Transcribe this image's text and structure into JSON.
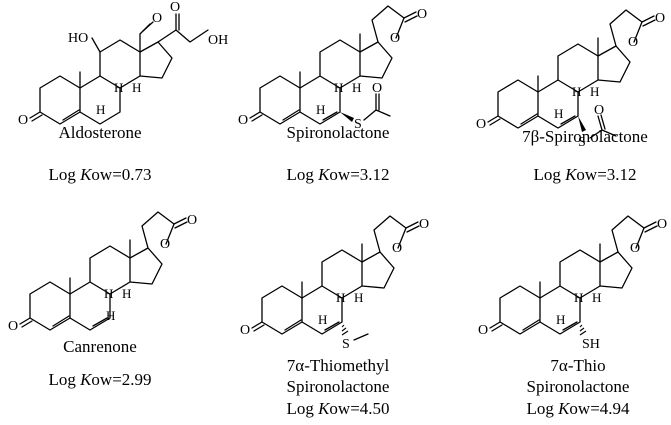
{
  "compounds": [
    {
      "name": "Aldosterone",
      "log_prefix": "Log ",
      "log_k": "K",
      "log_suffix": "ow=0.73"
    },
    {
      "name": "Spironolactone",
      "log_prefix": "Log ",
      "log_k": "K",
      "log_suffix": "ow=3.12"
    },
    {
      "name": "7β-Spironolactone",
      "log_prefix": "Log ",
      "log_k": "K",
      "log_suffix": "ow=3.12"
    },
    {
      "name": "Canrenone",
      "log_prefix": "Log ",
      "log_k": "K",
      "log_suffix": "ow=2.99"
    },
    {
      "name_line1": "7α-Thiomethyl",
      "name_line2": "Spironolactone",
      "log_prefix": "Log ",
      "log_k": "K",
      "log_suffix": "ow=4.50"
    },
    {
      "name_line1": "7α-Thio",
      "name_line2": "Spironolactone",
      "log_prefix": "Log ",
      "log_k": "K",
      "log_suffix": "ow=4.94"
    }
  ],
  "atoms": {
    "oxygen": "O",
    "hydrogen": "H",
    "hydroxyl": "HO",
    "hydroxyl_right": "OH",
    "sulfur": "S",
    "thiol": "SH"
  }
}
